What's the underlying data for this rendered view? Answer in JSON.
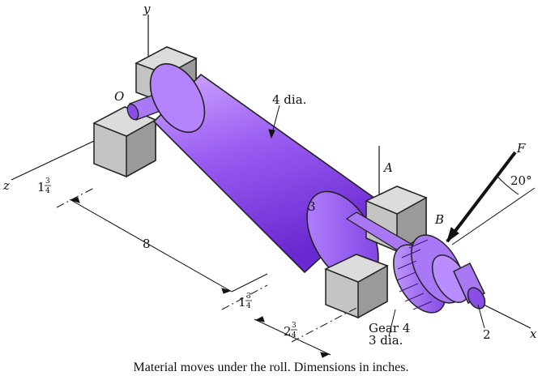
{
  "labels": {
    "y_axis": "y",
    "z_axis": "z",
    "x_axis": "x",
    "origin": "O",
    "point_a": "A",
    "point_b": "B",
    "force": "F",
    "angle": "20°",
    "roll_diameter": "4 dia.",
    "roll_number": "3",
    "gear_label": "Gear 4",
    "gear_dia": "3 dia.",
    "shaft_number": "2",
    "dim_8": "8",
    "dim_left_whole": "1",
    "dim_left_num": "3",
    "dim_left_den": "4",
    "dim_mid_whole": "1",
    "dim_mid_num": "3",
    "dim_mid_den": "4",
    "dim_right_whole": "2",
    "dim_right_num": "3",
    "dim_right_den": "4"
  },
  "caption": "Material moves under the roll. Dimensions in inches.",
  "colors": {
    "roll": "#9a5cf2",
    "roll_dark": "#6a28d0",
    "roll_light": "#c9a6ff",
    "bearing": "#b8b8b8",
    "bearing_dark": "#8a8a8a"
  }
}
